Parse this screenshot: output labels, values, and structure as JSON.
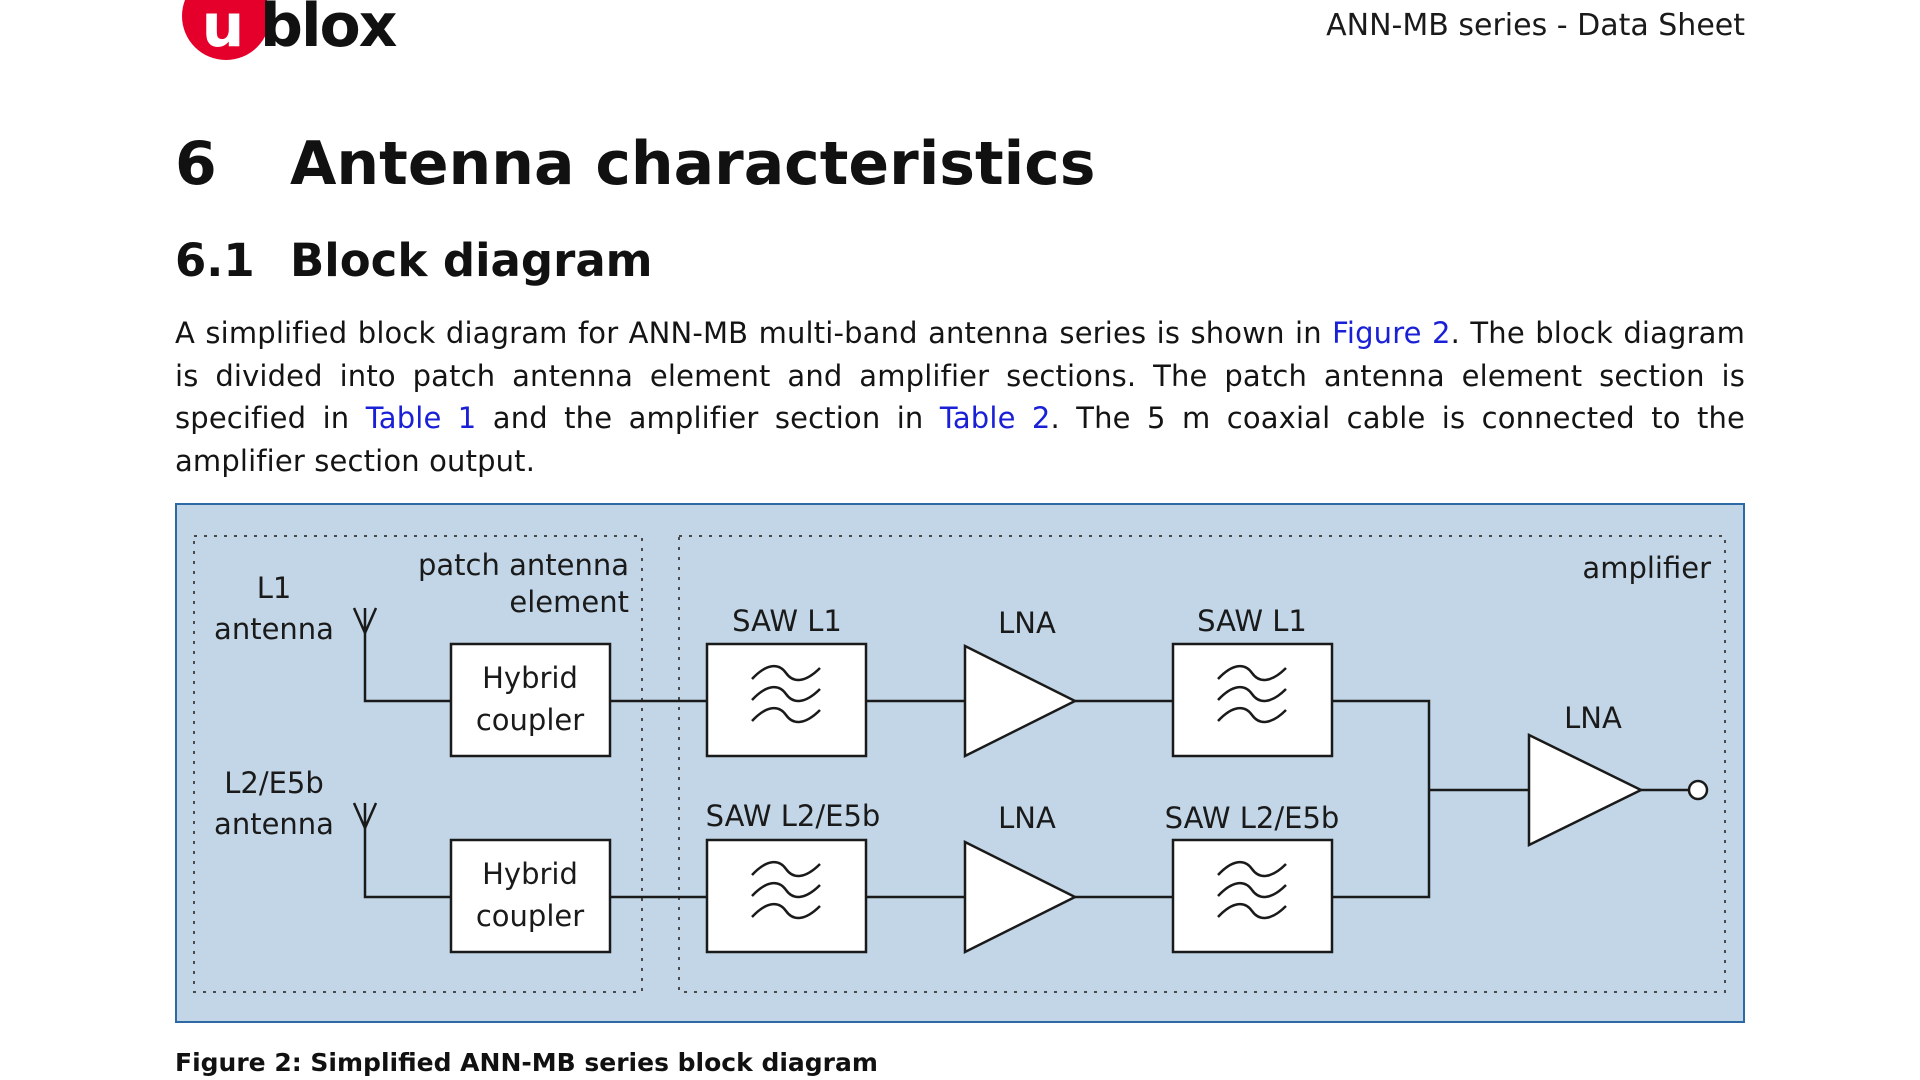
{
  "header": {
    "logo_text": "ublox",
    "doc_title": "ANN-MB series - Data Sheet",
    "brand_color": "#e4002b"
  },
  "section": {
    "number": "6",
    "title": "Antenna characteristics"
  },
  "subsection": {
    "number": "6.1",
    "title": "Block diagram"
  },
  "paragraph": {
    "part1": "A simplified block diagram for ANN-MB multi-band antenna series is shown in ",
    "link1": "Figure 2",
    "part2": ". The block diagram is divided into patch antenna element and amplifier sections. The patch antenna element section is specified in ",
    "link2": "Table 1",
    "part3": " and the amplifier section in ",
    "link3": "Table 2",
    "part4": ". The 5 m coaxial cable is connected to the amplifier section output.",
    "link_color": "#1a20d6"
  },
  "diagram": {
    "background_color": "#c2d6e7",
    "border_color": "#2d6aa3",
    "groups": {
      "patch_line1": "patch antenna",
      "patch_line2": "element",
      "amplifier": "amplifier"
    },
    "antennas": [
      {
        "line1": "L1",
        "line2": "antenna"
      },
      {
        "line1": "L2/E5b",
        "line2": "antenna"
      }
    ],
    "couplers": [
      {
        "line1": "Hybrid",
        "line2": "coupler"
      },
      {
        "line1": "Hybrid",
        "line2": "coupler"
      }
    ],
    "saw_filters": [
      "SAW L1",
      "SAW L1",
      "SAW L2/E5b",
      "SAW L2/E5b"
    ],
    "lnas": [
      "LNA",
      "LNA",
      "LNA"
    ]
  },
  "caption": "Figure 2: Simplified ANN-MB series block diagram"
}
